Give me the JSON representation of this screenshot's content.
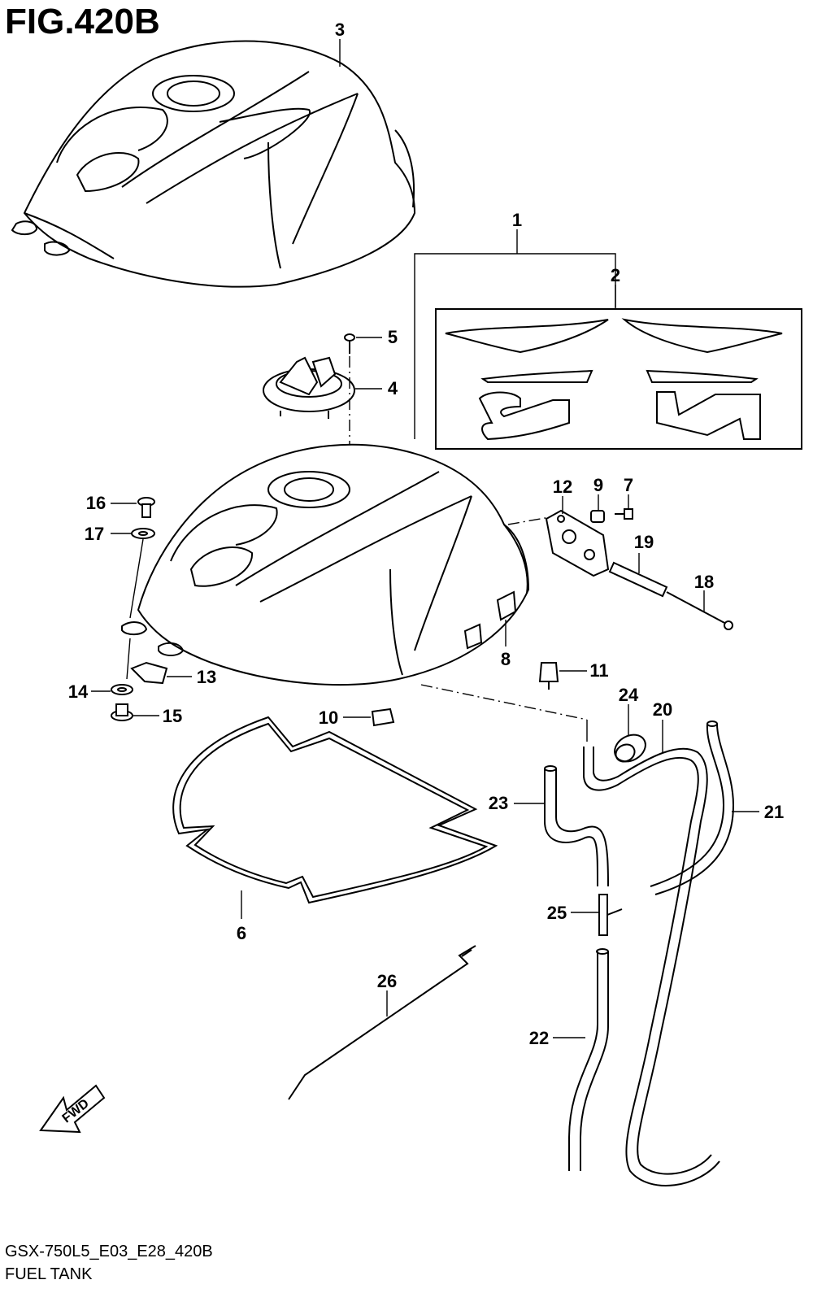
{
  "figure_title": "FIG.420B",
  "model_code": "GSX-750L5_E03_E28_420B",
  "section_name": "FUEL TANK",
  "fwd_label": "FWD",
  "callouts": {
    "p1": "1",
    "p2": "2",
    "p3": "3",
    "p4": "4",
    "p5": "5",
    "p6": "6",
    "p7": "7",
    "p8": "8",
    "p9": "9",
    "p10": "10",
    "p11": "11",
    "p12": "12",
    "p13": "13",
    "p14": "14",
    "p15": "15",
    "p16": "16",
    "p17": "17",
    "p18": "18",
    "p19": "19",
    "p20": "20",
    "p21": "21",
    "p22": "22",
    "p23": "23",
    "p24": "24",
    "p25": "25",
    "p26": "26"
  }
}
